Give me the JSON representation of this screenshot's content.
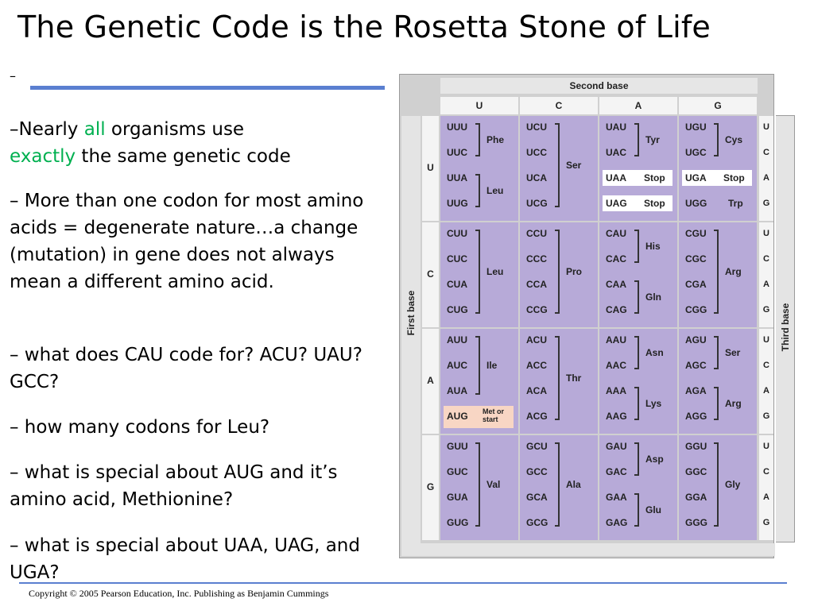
{
  "slide": {
    "title": "The Genetic Code is the Rosetta Stone of Life",
    "top_dash": "–",
    "bullets": {
      "b1": {
        "dash": "–",
        "t1": "Nearly ",
        "green1": "all",
        "t2": " organisms use",
        "green2": "exactly",
        "t3": " the same genetic code"
      },
      "b2": {
        "dash": "–",
        "text": "  More than one codon for most amino acids =   degenerate nature…a change (mutation) in gene does not always mean a different amino acid."
      },
      "b3": {
        "dash": "–",
        "text": "  what does CAU code for? ACU?  UAU?  GCC?"
      },
      "b4": {
        "dash": "–",
        "text": " how many codons for Leu?"
      },
      "b5": {
        "dash": "–",
        "text": "  what is special about AUG and it’s amino acid, Methionine?"
      },
      "b6": {
        "dash": "–",
        "text": "  what is special about UAA, UAG, and UGA?"
      }
    },
    "copyright": "Copyright © 2005 Pearson Education, Inc. Publishing as Benjamin Cummings",
    "colors": {
      "accent_rule": "#5a7fd0",
      "highlight_green": "#00b050",
      "cell_fill": "#b7aad8",
      "start_fill": "#f8d6c4"
    }
  },
  "table": {
    "second_base_label": "Second base",
    "first_base_label": "First base",
    "third_base_label": "Third base",
    "columns": [
      "U",
      "C",
      "A",
      "G"
    ],
    "rows": [
      "U",
      "C",
      "A",
      "G"
    ],
    "third_letters": [
      "U",
      "C",
      "A",
      "G"
    ],
    "cells": [
      [
        {
          "codons": [
            "UUU",
            "UUC",
            "UUA",
            "UUG"
          ],
          "aa": [
            "Phe",
            "Leu"
          ]
        },
        {
          "codons": [
            "UCU",
            "UCC",
            "UCA",
            "UCG"
          ],
          "aa": [
            "Ser"
          ]
        },
        {
          "codons": [
            "UAU",
            "UAC",
            "UAA",
            "UAG"
          ],
          "aa": [
            "Tyr",
            "Stop",
            "Stop"
          ]
        },
        {
          "codons": [
            "UGU",
            "UGC",
            "UGA",
            "UGG"
          ],
          "aa": [
            "Cys",
            "Stop",
            "Trp"
          ]
        }
      ],
      [
        {
          "codons": [
            "CUU",
            "CUC",
            "CUA",
            "CUG"
          ],
          "aa": [
            "Leu"
          ]
        },
        {
          "codons": [
            "CCU",
            "CCC",
            "CCA",
            "CCG"
          ],
          "aa": [
            "Pro"
          ]
        },
        {
          "codons": [
            "CAU",
            "CAC",
            "CAA",
            "CAG"
          ],
          "aa": [
            "His",
            "Gln"
          ]
        },
        {
          "codons": [
            "CGU",
            "CGC",
            "CGA",
            "CGG"
          ],
          "aa": [
            "Arg"
          ]
        }
      ],
      [
        {
          "codons": [
            "AUU",
            "AUC",
            "AUA",
            "AUG"
          ],
          "aa": [
            "Ile",
            "Met or",
            "start"
          ]
        },
        {
          "codons": [
            "ACU",
            "ACC",
            "ACA",
            "ACG"
          ],
          "aa": [
            "Thr"
          ]
        },
        {
          "codons": [
            "AAU",
            "AAC",
            "AAA",
            "AAG"
          ],
          "aa": [
            "Asn",
            "Lys"
          ]
        },
        {
          "codons": [
            "AGU",
            "AGC",
            "AGA",
            "AGG"
          ],
          "aa": [
            "Ser",
            "Arg"
          ]
        }
      ],
      [
        {
          "codons": [
            "GUU",
            "GUC",
            "GUA",
            "GUG"
          ],
          "aa": [
            "Val"
          ]
        },
        {
          "codons": [
            "GCU",
            "GCC",
            "GCA",
            "GCG"
          ],
          "aa": [
            "Ala"
          ]
        },
        {
          "codons": [
            "GAU",
            "GAC",
            "GAA",
            "GAG"
          ],
          "aa": [
            "Asp",
            "Glu"
          ]
        },
        {
          "codons": [
            "GGU",
            "GGC",
            "GGA",
            "GGG"
          ],
          "aa": [
            "Gly"
          ]
        }
      ]
    ]
  }
}
